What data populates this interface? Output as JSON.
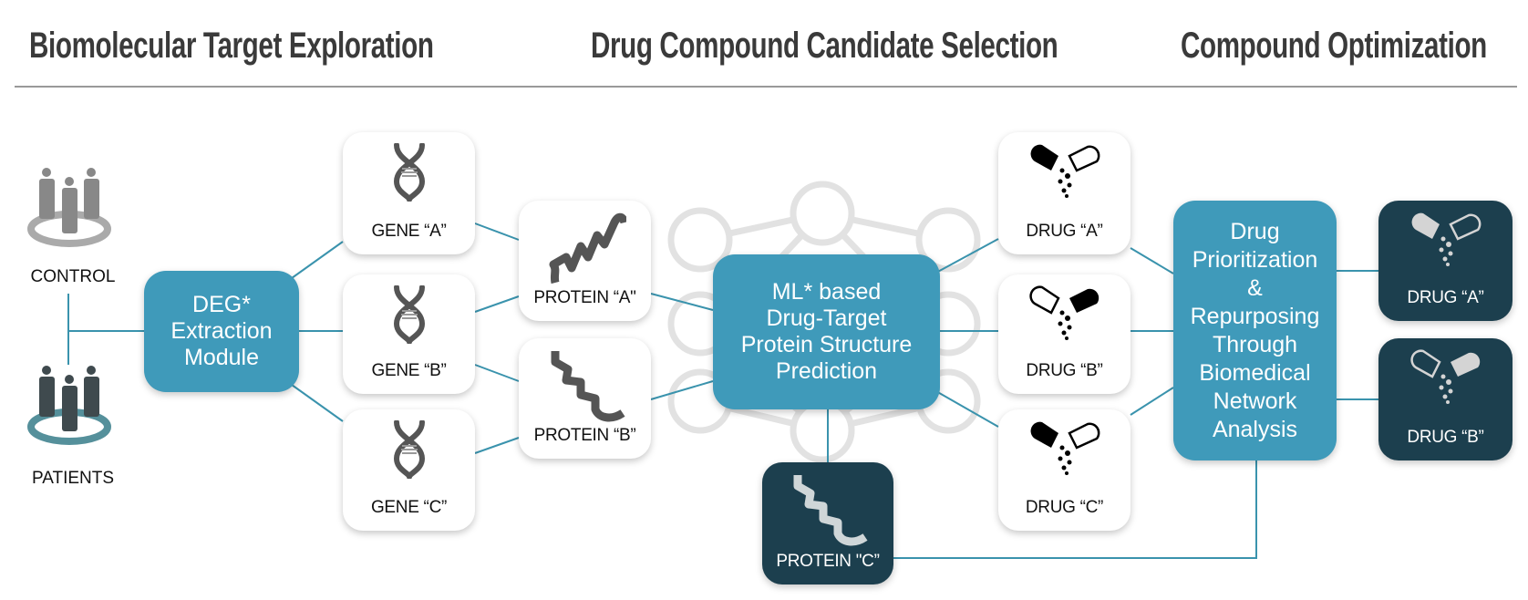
{
  "headings": [
    "Biomolecular Target Exploration",
    "Drug Compound Candidate Selection",
    "Compound Optimization"
  ],
  "groups": {
    "control": "CONTROL",
    "patients": "PATIENTS"
  },
  "deg": [
    "DEG*",
    "Extraction",
    "Module"
  ],
  "genes": [
    "GENE “A”",
    "GENE “B”",
    "GENE “C”"
  ],
  "proteins": [
    "PROTEIN “A\"",
    "PROTEIN “B”",
    "PROTEIN \"C”"
  ],
  "ml": [
    "ML* based",
    "Drug-Target",
    "Protein Structure",
    "Prediction"
  ],
  "drugs": [
    "DRUG “A”",
    "DRUG “B”",
    "DRUG “C”"
  ],
  "prioritization": [
    "Drug",
    "Prioritization",
    "&",
    "Repurposing",
    "Through",
    "Biomedical",
    "Network",
    "Analysis"
  ],
  "optimized_drugs": [
    "DRUG “A”",
    "DRUG “B”"
  ],
  "colors": {
    "teal": "#3f9aba",
    "dark": "#1c3f4e",
    "line": "#3a93ad",
    "network": "#e2e2e2"
  }
}
